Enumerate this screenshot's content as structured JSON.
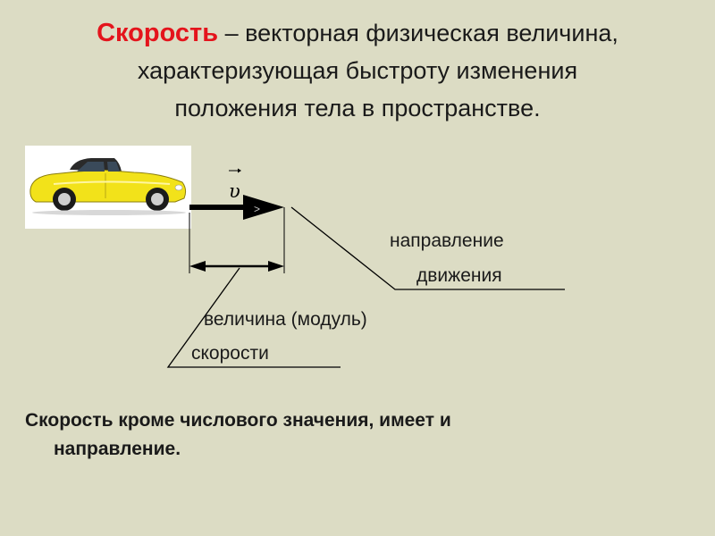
{
  "title": {
    "term": "Скорость",
    "line1_rest": " – векторная физическая величина,",
    "line2": "характеризующая быстроту изменения",
    "line3": "положения тела в пространстве."
  },
  "diagram": {
    "vector_symbol": "υ",
    "direction_label_1": "направление",
    "direction_label_2": "движения",
    "magnitude_label_1": "величина (модуль)",
    "magnitude_label_2": "скорости"
  },
  "note": {
    "line1": "Скорость кроме  числового значения, имеет и",
    "line2": "направление."
  },
  "colors": {
    "background": "#dcdcc4",
    "accent": "#e4141c",
    "car_body": "#f2e21a"
  },
  "icons": {
    "car": "yellow-convertible-car-icon"
  }
}
